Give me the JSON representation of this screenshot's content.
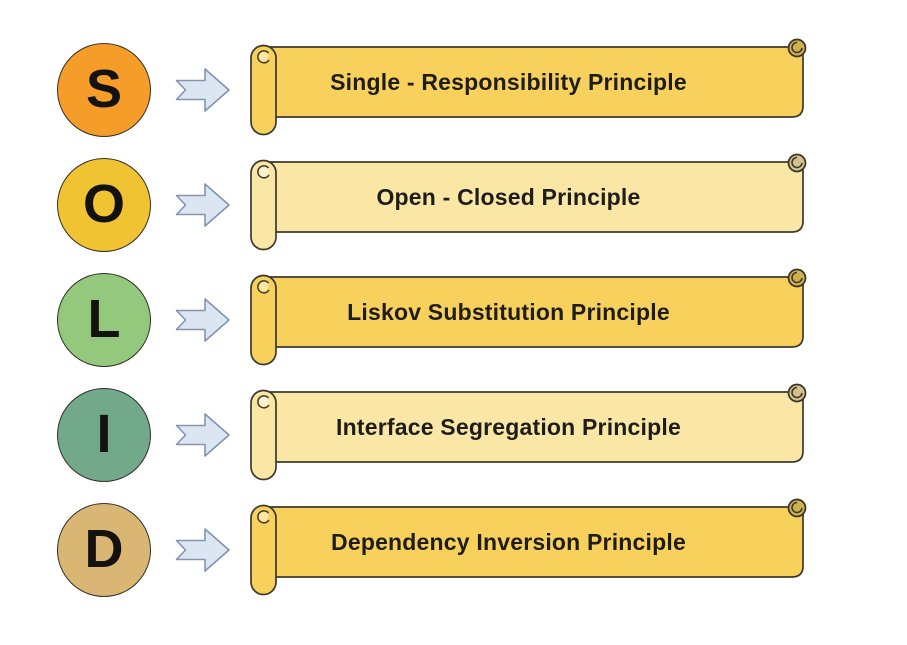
{
  "page": {
    "background": "#ffffff",
    "description_label": "SOLID principles diagram"
  },
  "colors": {
    "banner_stroke": "#3c382c",
    "banner_dark_yellow": "#F8D15C",
    "banner_pale_yellow": "#FAE7A6",
    "text": "#1f1d1a",
    "arrow_fill": "#dce6f3",
    "arrow_stroke": "#8194b0"
  },
  "icons": {
    "arrow": "notched-right-arrow",
    "banner": "scroll-banner"
  },
  "rows": [
    {
      "letter": "S",
      "circle_color": "#F59D28",
      "banner_color": "#F8D15C",
      "label": "Single - Responsibility Principle"
    },
    {
      "letter": "O",
      "circle_color": "#EFC331",
      "banner_color": "#FAE7A6",
      "label": "Open - Closed Principle"
    },
    {
      "letter": "L",
      "circle_color": "#93C87D",
      "banner_color": "#F8D15C",
      "label": "Liskov Substitution Principle"
    },
    {
      "letter": "I",
      "circle_color": "#73A98B",
      "banner_color": "#FAE7A6",
      "label": "Interface Segregation Principle"
    },
    {
      "letter": "D",
      "circle_color": "#D9B674",
      "banner_color": "#F8D15C",
      "label": "Dependency Inversion Principle"
    }
  ]
}
